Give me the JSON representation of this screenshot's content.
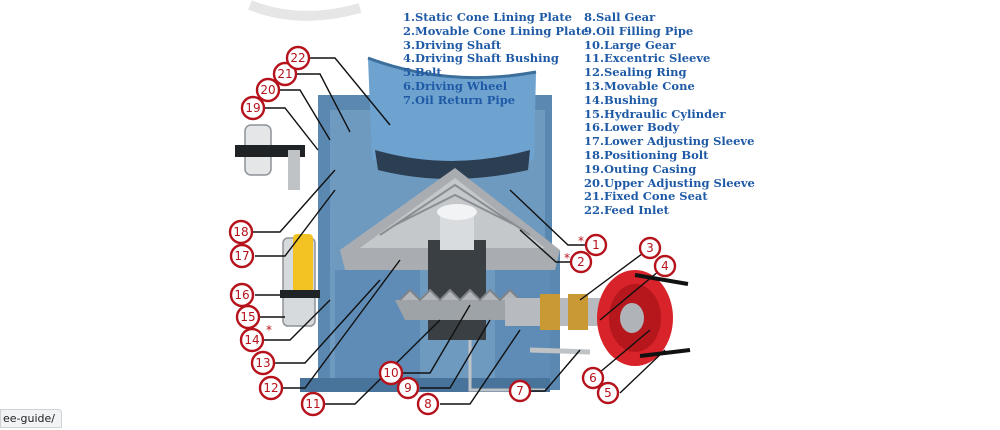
{
  "diagram": {
    "legend_left": [
      "1.Static Cone Lining Plate",
      "2.Movable Cone Lining Plate",
      "3.Driving Shaft",
      "4.Driving Shaft Bushing",
      "5.Belt",
      "6.Driving Wheel",
      "7.Oil Return Pipe"
    ],
    "legend_right": [
      "8.Sall Gear",
      "9.Oil Filling Pipe",
      "10.Large Gear",
      "11.Excentric Sleeve",
      "12.Sealing Ring",
      "13.Movable Cone",
      "14.Bushing",
      "15.Hydraulic Cylinder",
      "16.Lower Body",
      "17.Lower Adjusting Sleeve",
      "18.Positioning Bolt",
      "19.Outing Casing",
      "20.Upper Adjusting Sleeve",
      "21.Fixed Cone Seat",
      "22.Feed Inlet"
    ],
    "callouts": [
      "1",
      "2",
      "3",
      "4",
      "5",
      "6",
      "7",
      "8",
      "9",
      "10",
      "11",
      "12",
      "13",
      "14",
      "15",
      "16",
      "17",
      "18",
      "19",
      "20",
      "21",
      "22"
    ],
    "star_marker": "*",
    "colors": {
      "legend_text": "#1f5aa6",
      "callout_red": "#b5121b",
      "body_blue": "#5b88b0",
      "cone_grey": "#a9adb1",
      "pulley_red": "#d8232a",
      "cylinder_yellow": "#f2c322"
    }
  },
  "status": {
    "url_fragment": "ee-guide/"
  }
}
